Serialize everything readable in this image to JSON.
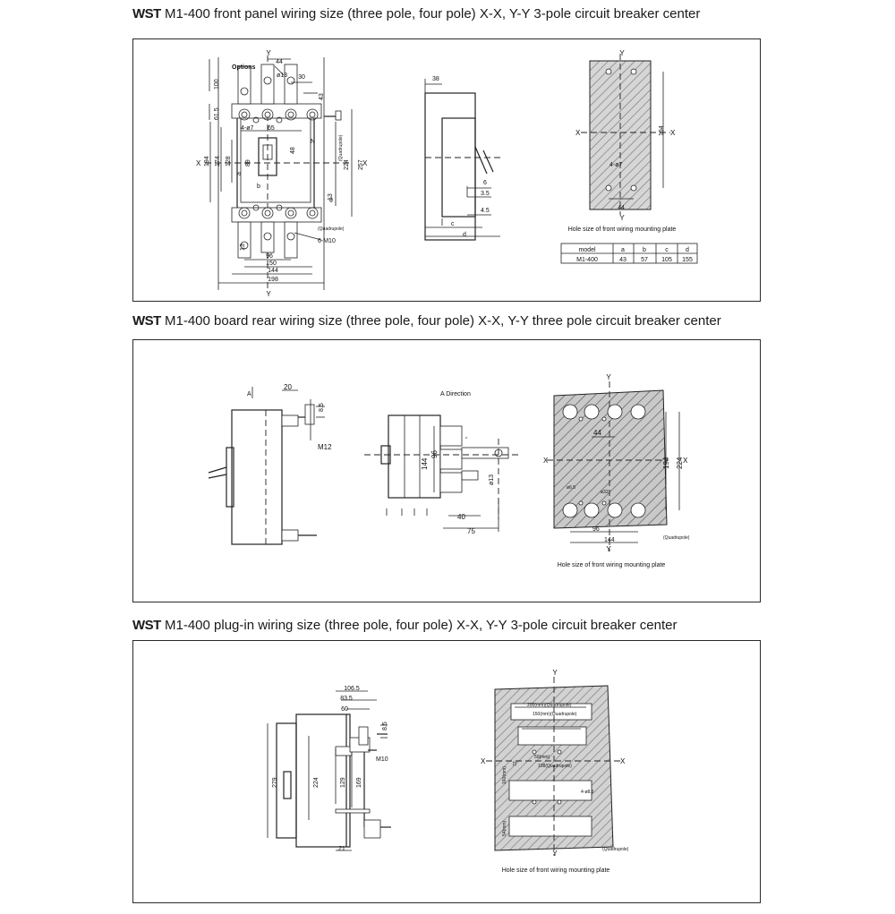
{
  "sections": [
    {
      "brand": "WST",
      "rest": " M1-400  front panel wiring size (three pole, four pole) X-X, Y-Y 3-pole circuit breaker center"
    },
    {
      "brand": "WST",
      "rest": " M1-400  board rear wiring size (three pole, four pole) X-X, Y-Y three pole circuit breaker center"
    },
    {
      "brand": "WST",
      "rest": " M1-400  plug-in wiring size (three pole, four pole) X-X, Y-Y 3-pole circuit breaker center"
    }
  ],
  "panel1": {
    "front": {
      "options": "Options",
      "y_top": "Y",
      "y_bottom": "Y",
      "x_left": "X",
      "x_right": "X",
      "d44": "44",
      "d13": "ø13",
      "d30": "30",
      "d43": "43",
      "d100": "100",
      "d615": "61.5",
      "d4phi": "4-ø7",
      "d65": "65",
      "d194": "194",
      "d128": "128",
      "d174": "174",
      "d89": "89",
      "d48": "48",
      "da": "a",
      "db": "b",
      "dN": "N",
      "d224": "224",
      "d257": "257",
      "dtheta": "θ",
      "quad1": "(Quadrupole)",
      "quad2": "(Quadrupole)",
      "m10": "6-M10",
      "d96": "96",
      "d150": "150",
      "d144": "144",
      "d198": "198",
      "d13b": "13",
      "d13c": "13"
    },
    "side": {
      "d38": "38",
      "d6": "6",
      "d35": "3.5",
      "d45": "4.5",
      "dc": "c",
      "dd": "d"
    },
    "plate": {
      "y_top": "Y",
      "y_bottom": "Y",
      "x_left": "X",
      "x_right": "X",
      "d194": "194",
      "d4phi": "4-ø7",
      "d44": "44",
      "caption": "Hole size of front wiring mounting plate"
    },
    "table": {
      "headers": [
        "model",
        "a",
        "b",
        "c",
        "d"
      ],
      "row": [
        "M1-400",
        "43",
        "57",
        "105",
        "155"
      ]
    }
  },
  "panel2": {
    "side": {
      "A": "A",
      "d20": "20",
      "d85": "8.5",
      "m12": "M12"
    },
    "dir": {
      "title": "A Direction",
      "d96": "96",
      "d144": "144",
      "d13": "ø13",
      "d40": "40",
      "d75": "75"
    },
    "plate": {
      "y_top": "Y",
      "y_bottom": "Y",
      "x_left": "X",
      "x_right": "X",
      "d44": "44",
      "d194": "194",
      "d224": "224",
      "d65": "ø6.5",
      "d32": "ø32",
      "d96": "96",
      "d144": "144",
      "quad": "(Quadrupole)",
      "caption": "Hole size of front wiring mounting plate"
    }
  },
  "panel3": {
    "side": {
      "d1065": "106.5",
      "d835": "83.5",
      "d60": "60",
      "d85": "8.5",
      "m10": "M10",
      "d279": "279",
      "d224": "224",
      "d129": "129",
      "d169": "169",
      "d21": "21"
    },
    "plate": {
      "y_top": "Y",
      "y_bottom": "Y",
      "x_left": "X",
      "x_right": "X",
      "l200": "200(mm)(Quadrupole)",
      "l150": "150(mm)(Quadrupole)",
      "l50": "50(mm)",
      "l108": "108(Quadrupole)",
      "l160": "160(mm)",
      "l54": "54(mm)",
      "l72": "72",
      "l48": "4-ø8.5",
      "quad": "(Quadrupole)",
      "caption": "Hole size of front wiring mounting plate"
    }
  }
}
